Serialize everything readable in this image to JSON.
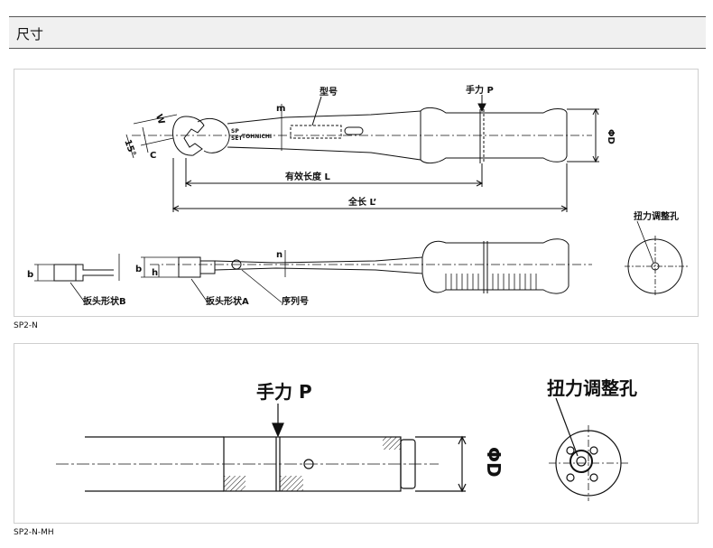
{
  "header": {
    "title": "尺寸"
  },
  "figure_a": {
    "caption": "SP2-N",
    "labels": {
      "model": "型号",
      "force_point": "手力 P",
      "effective_length": "有效长度 L",
      "total_length": "全长 L’",
      "adjust_hole": "扭力调整孔",
      "wrench_head_b": "扳头形状B",
      "wrench_head_a": "扳头形状A",
      "serial": "序列号",
      "dim_m": "m",
      "dim_n": "n",
      "dim_W": "W",
      "dim_C": "C",
      "dim_angle": "15°",
      "dim_b": "b",
      "dim_b2": "b",
      "dim_h": "h",
      "dim_D": "ΦD",
      "brand": "TOHNICHI",
      "sp_mark": "SP",
      "set_mark": "SET"
    }
  },
  "figure_b": {
    "caption": "SP2-N-MH",
    "labels": {
      "force_point": "手力 P",
      "adjust_hole": "扭力调整孔",
      "dim_D": "ΦD"
    }
  }
}
